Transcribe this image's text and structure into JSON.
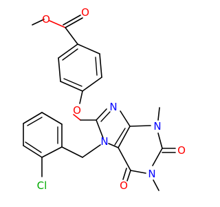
{
  "molecule": {
    "atoms": {
      "ester_o_methyl": {
        "symbol": "O",
        "color": "#ff0000"
      },
      "ester_o_carbonyl": {
        "symbol": "O",
        "color": "#ff0000"
      },
      "ether_o": {
        "symbol": "O",
        "color": "#ff0000"
      },
      "n9": {
        "symbol": "N",
        "color": "#0000ff"
      },
      "n7": {
        "symbol": "N",
        "color": "#0000ff"
      },
      "n3": {
        "symbol": "N",
        "color": "#0000ff"
      },
      "n1": {
        "symbol": "N",
        "color": "#0000ff"
      },
      "o2": {
        "symbol": "O",
        "color": "#ff0000"
      },
      "o6": {
        "symbol": "O",
        "color": "#ff0000"
      },
      "cl": {
        "symbol": "Cl",
        "color": "#00aa00"
      }
    }
  }
}
